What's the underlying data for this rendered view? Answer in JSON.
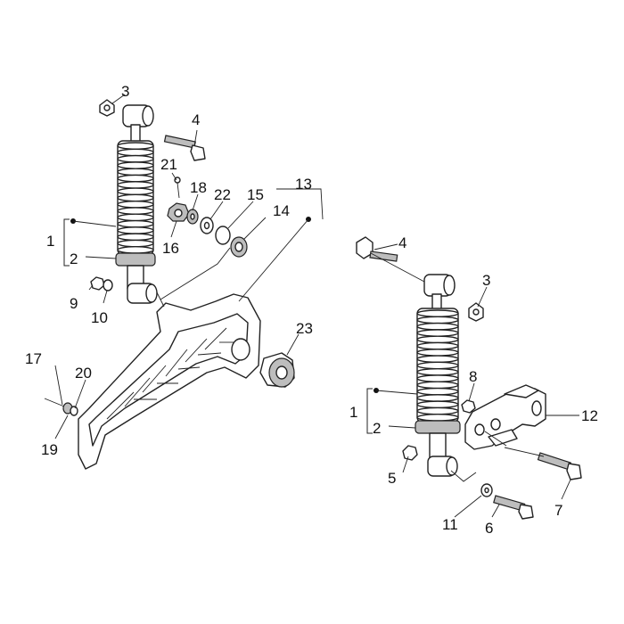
{
  "callouts": {
    "left": {
      "c1": "1",
      "c2": "2",
      "c3": "3",
      "c4": "4",
      "c9": "9",
      "c10": "10",
      "c13": "13",
      "c14": "14",
      "c15": "15",
      "c16": "16",
      "c17": "17",
      "c18": "18",
      "c19": "19",
      "c20": "20",
      "c21": "21",
      "c22": "22",
      "c23": "23"
    },
    "right": {
      "c1": "1",
      "c2": "2",
      "c3": "3",
      "c4": "4",
      "c5": "5",
      "c6": "6",
      "c7": "7",
      "c8": "8",
      "c11": "11",
      "c12": "12"
    }
  }
}
